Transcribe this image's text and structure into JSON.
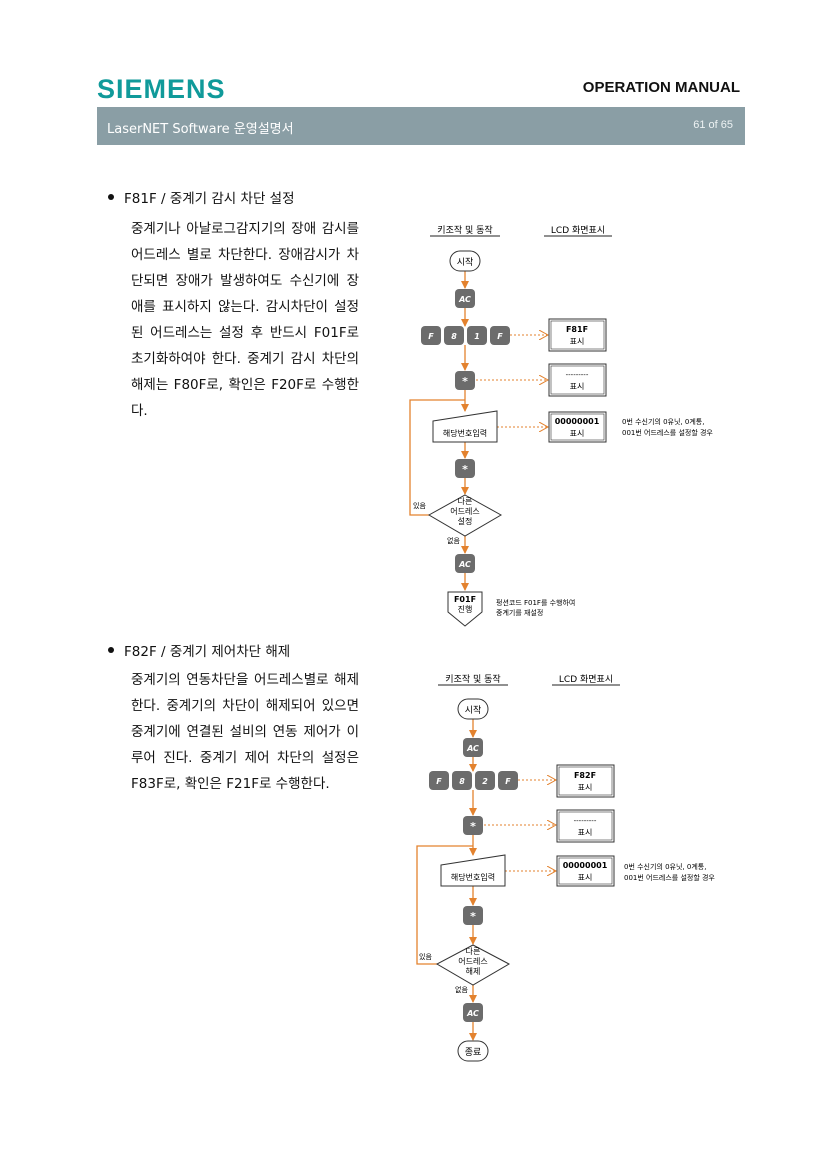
{
  "header": {
    "logo_text": "SIEMENS",
    "manual_title": "OPERATION MANUAL",
    "doc_title": "LaserNET Software  운영설명서",
    "page": "61 of 65"
  },
  "sections": [
    {
      "heading": "F81F /  중계기 감시 차단 설정",
      "body": "중계기나 아날로그감지기의 장애 감시를 어드레스 별로 차단한다. 장애감시가 차단되면 장애가 발생하여도 수신기에 장애를 표시하지 않는다. 감시차단이 설정된 어드레스는 설정 후 반드시 F01F로 초기화하여야 한다. 중계기 감시 차단의 해제는 F80F로, 확인은 F20F로 수행한다.",
      "flow": {
        "col_key": "키조작 및 동작",
        "col_lcd": "LCD  화면표시",
        "start": "시작",
        "ac": "AC",
        "keys": [
          "F",
          "8",
          "1",
          "F"
        ],
        "lcd1_code": "F81F",
        "lcd_show": "표시",
        "star": "*",
        "lcd2_dashes": "---------",
        "input_label": "해당번호입력",
        "lcd3_code": "00000001",
        "note1": "0번 수신기의 0유닛, 0계통,",
        "note2": "001번 어드레스를 설정할 경우",
        "dec1": "다른",
        "dec2": "어드레스",
        "dec3": "설정",
        "yes": "있음",
        "no": "없음",
        "end1": "F01F",
        "end2": "진행",
        "end_note1": "펑션코드 F01F를 수행하여",
        "end_note2": "중계기를 재설정"
      }
    },
    {
      "heading": "F82F /  중계기 제어차단 해제",
      "body": "중계기의 연동차단을 어드레스별로 해제한다. 중계기의 차단이 해제되어 있으면 중계기에 연결된 설비의 연동 제어가 이루어 진다. 중계기 제어 차단의 설정은 F83F로, 확인은 F21F로 수행한다.",
      "flow": {
        "col_key": "키조작 및 동작",
        "col_lcd": "LCD  화면표시",
        "start": "시작",
        "ac": "AC",
        "keys": [
          "F",
          "8",
          "2",
          "F"
        ],
        "lcd1_code": "F82F",
        "lcd_show": "표시",
        "star": "*",
        "lcd2_dashes": "---------",
        "input_label": "해당번호입력",
        "lcd3_code": "00000001",
        "note1": "0번 수신기의 0유닛, 0계통,",
        "note2": "001번 어드레스를 설정할 경우",
        "dec1": "다른",
        "dec2": "어드레스",
        "dec3": "해제",
        "yes": "있음",
        "no": "없음",
        "end": "종료"
      }
    }
  ]
}
